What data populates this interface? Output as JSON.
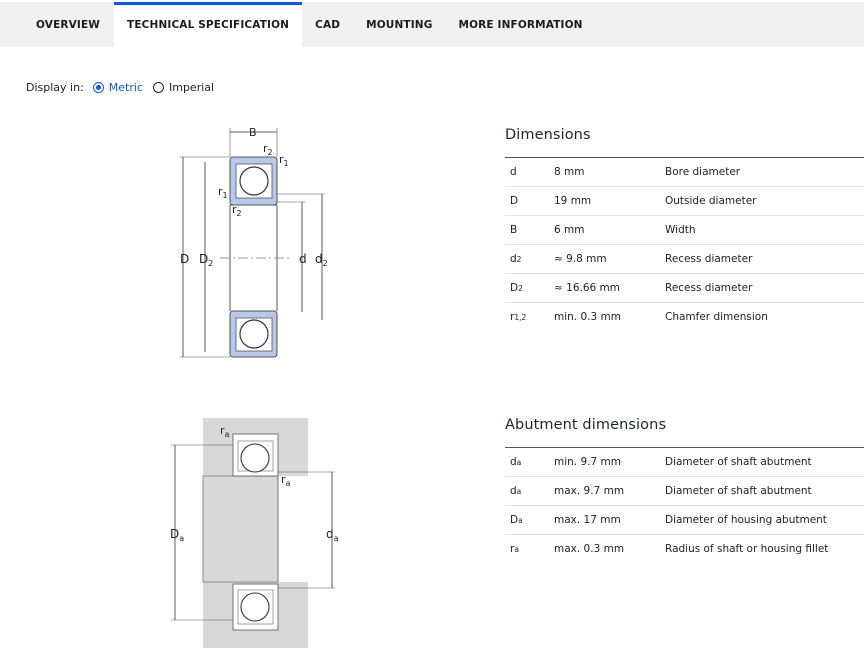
{
  "tabs": [
    {
      "label": "OVERVIEW"
    },
    {
      "label": "TECHNICAL SPECIFICATION"
    },
    {
      "label": "CAD"
    },
    {
      "label": "MOUNTING"
    },
    {
      "label": "MORE INFORMATION"
    }
  ],
  "active_tab": "TECHNICAL SPECIFICATION",
  "display": {
    "label": "Display in:",
    "options": [
      "Metric",
      "Imperial"
    ],
    "selected": "Metric"
  },
  "colors": {
    "accent": "#0f58d6",
    "bearing_fill": "#b9c8e8",
    "housing_fill": "#d8d8d8"
  },
  "dimensions": {
    "title": "Dimensions",
    "rows": [
      {
        "sym": "d",
        "sub": "",
        "value": "8 mm",
        "desc": "Bore diameter"
      },
      {
        "sym": "D",
        "sub": "",
        "value": "19 mm",
        "desc": "Outside diameter"
      },
      {
        "sym": "B",
        "sub": "",
        "value": "6 mm",
        "desc": "Width"
      },
      {
        "sym": "d",
        "sub": "2",
        "value": "≈ 9.8 mm",
        "desc": "Recess diameter"
      },
      {
        "sym": "D",
        "sub": "2",
        "value": "≈ 16.66 mm",
        "desc": "Recess diameter"
      },
      {
        "sym": "r",
        "sub": "1,2",
        "value": "min. 0.3 mm",
        "desc": "Chamfer dimension"
      }
    ]
  },
  "abutment": {
    "title": "Abutment dimensions",
    "rows": [
      {
        "sym": "d",
        "sub": "a",
        "value": "min. 9.7 mm",
        "desc": "Diameter of shaft abutment"
      },
      {
        "sym": "d",
        "sub": "a",
        "value": "max. 9.7 mm",
        "desc": "Diameter of shaft abutment"
      },
      {
        "sym": "D",
        "sub": "a",
        "value": "max. 17 mm",
        "desc": "Diameter of housing abutment"
      },
      {
        "sym": "r",
        "sub": "a",
        "value": "max. 0.3 mm",
        "desc": "Radius of shaft or housing fillet"
      }
    ]
  },
  "drawing1_labels": {
    "B": "B",
    "r1": "r",
    "r1_sub": "1",
    "r2": "r",
    "r2_sub": "2",
    "D": "D",
    "D2": "D",
    "D2_sub": "2",
    "d": "d",
    "d2": "d",
    "d2_sub": "2"
  },
  "drawing2_labels": {
    "ra": "r",
    "ra_sub": "a",
    "Da": "D",
    "Da_sub": "a",
    "da": "d",
    "da_sub": "a"
  }
}
